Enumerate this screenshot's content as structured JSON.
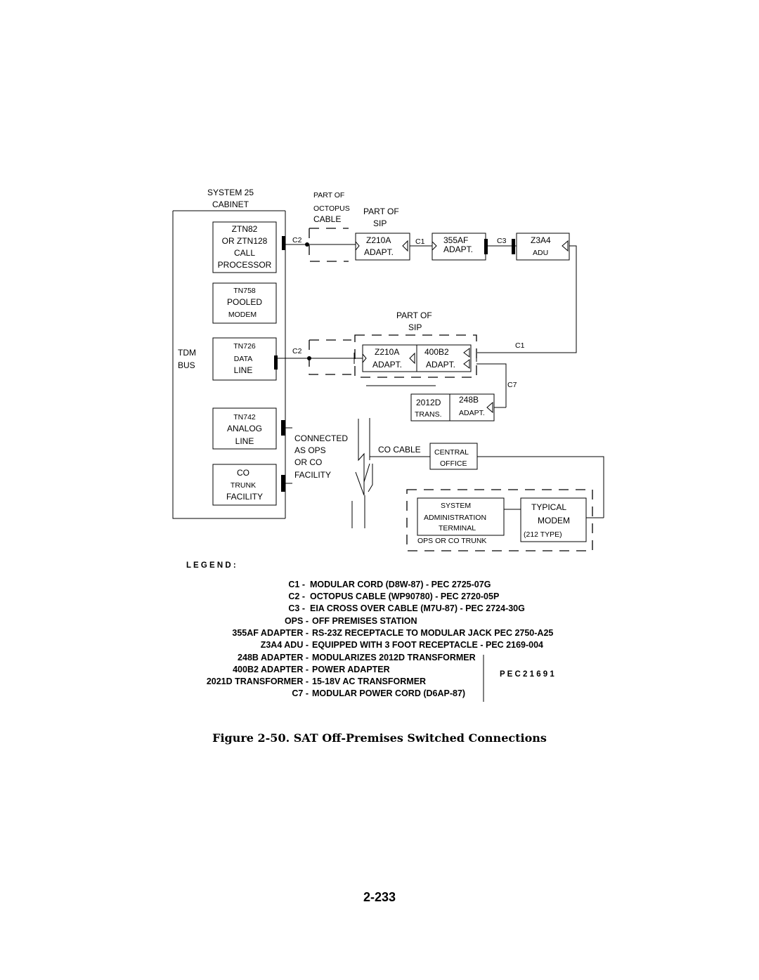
{
  "diagram": {
    "cabinet": {
      "title_line1": "SYSTEM 25",
      "title_line2": "CABINET"
    },
    "tdm_bus": {
      "line1": "TDM",
      "line2": "BUS"
    },
    "ztn82": {
      "l1": "ZTN82",
      "l2": "OR ZTN128",
      "l3": "CALL",
      "l4": "PROCESSOR"
    },
    "tn758": {
      "l1": "TN758",
      "l2": "POOLED",
      "l3": "MODEM"
    },
    "tn726": {
      "l1": "TN726",
      "l2": "DATA",
      "l3": "LINE"
    },
    "tn742": {
      "l1": "TN742",
      "l2": "ANALOG",
      "l3": "LINE"
    },
    "co_trunk": {
      "l1": "CO",
      "l2": "TRUNK",
      "l3": "FACILITY"
    },
    "octopus": {
      "l1": "PART OF",
      "l2": "OCTOPUS",
      "l3": "CABLE"
    },
    "sip_top": {
      "l1": "PART OF",
      "l2": "SIP"
    },
    "sip_mid": {
      "l1": "PART OF",
      "l2": "SIP"
    },
    "c2_top": "C2",
    "c2_mid": "C2",
    "c1_top": "C1",
    "c1_mid": "C1",
    "c3": "C3",
    "c7": "C7",
    "z210a_top": {
      "l1": "Z210A",
      "l2": "ADAPT."
    },
    "adapter_355af": {
      "l1": "355AF",
      "l2": "ADAPT."
    },
    "z3a4": {
      "l1": "Z3A4",
      "l2": "ADU"
    },
    "z210a_mid": {
      "l1": "Z210A",
      "l2": "ADAPT."
    },
    "adapter_400b2": {
      "l1": "400B2",
      "l2": "ADAPT."
    },
    "trans_2012d": {
      "l1": "2012D",
      "l2": "TRANS."
    },
    "adapter_248b": {
      "l1": "248B",
      "l2": "ADAPT."
    },
    "connected": {
      "l1": "CONNECTED",
      "l2": "AS OPS",
      "l3": "OR CO",
      "l4": "FACILITY"
    },
    "co_cable": "CO CABLE",
    "central_office": {
      "l1": "CENTRAL",
      "l2": "OFFICE"
    },
    "sat": {
      "l1": "SYSTEM",
      "l2": "ADMINISTRATION",
      "l3": "TERMINAL"
    },
    "ops_or_co_trunk": "OPS OR CO TRUNK",
    "typical_modem": {
      "l1": "TYPICAL",
      "l2": "MODEM",
      "l3": "(212 TYPE)"
    }
  },
  "legend": {
    "title": "L E G E N D :",
    "entries": [
      {
        "term": "C1 -",
        "desc": "MODULAR  CORD  (D8W-87)  -  PEC  2725-07G"
      },
      {
        "term": "C2 -",
        "desc": "OCTOPUS CABLE (WP90780) - PEC 2720-05P"
      },
      {
        "term": "C3 -",
        "desc": "EIA CROSS OVER CABLE (M7U-87) - PEC 2724-30G"
      },
      {
        "term": "OPS -",
        "desc": "OFF  PREMISES  STATION"
      },
      {
        "term": "355AF  ADAPTER  -",
        "desc": "RS-23Z  RECEPTACLE  TO  MODULAR  JACK  PEC  2750-A25"
      },
      {
        "term": "Z3A4 ADU -",
        "desc": "EQUIPPED  WITH  3  FOOT  RECEPTACLE  -  PEC  2169-004"
      },
      {
        "term": "248B  ADAPTER  -",
        "desc": "MODULARIZES  2012D  TRANSFORMER"
      },
      {
        "term": "400B2 ADAPTER -",
        "desc": "POWER  ADAPTER"
      },
      {
        "term": "2021D  TRANSFORMER  -",
        "desc": "15-18V   AC   TRANSFORMER"
      },
      {
        "term": "C7 -",
        "desc": "MODULAR  POWER  CORD  (D6AP-87)"
      }
    ],
    "pec_note": "P E C   2 1 6 9 1"
  },
  "caption": "Figure 2-50.  SAT  Off-Premises  Switched  Connections",
  "page_number": "2-233"
}
